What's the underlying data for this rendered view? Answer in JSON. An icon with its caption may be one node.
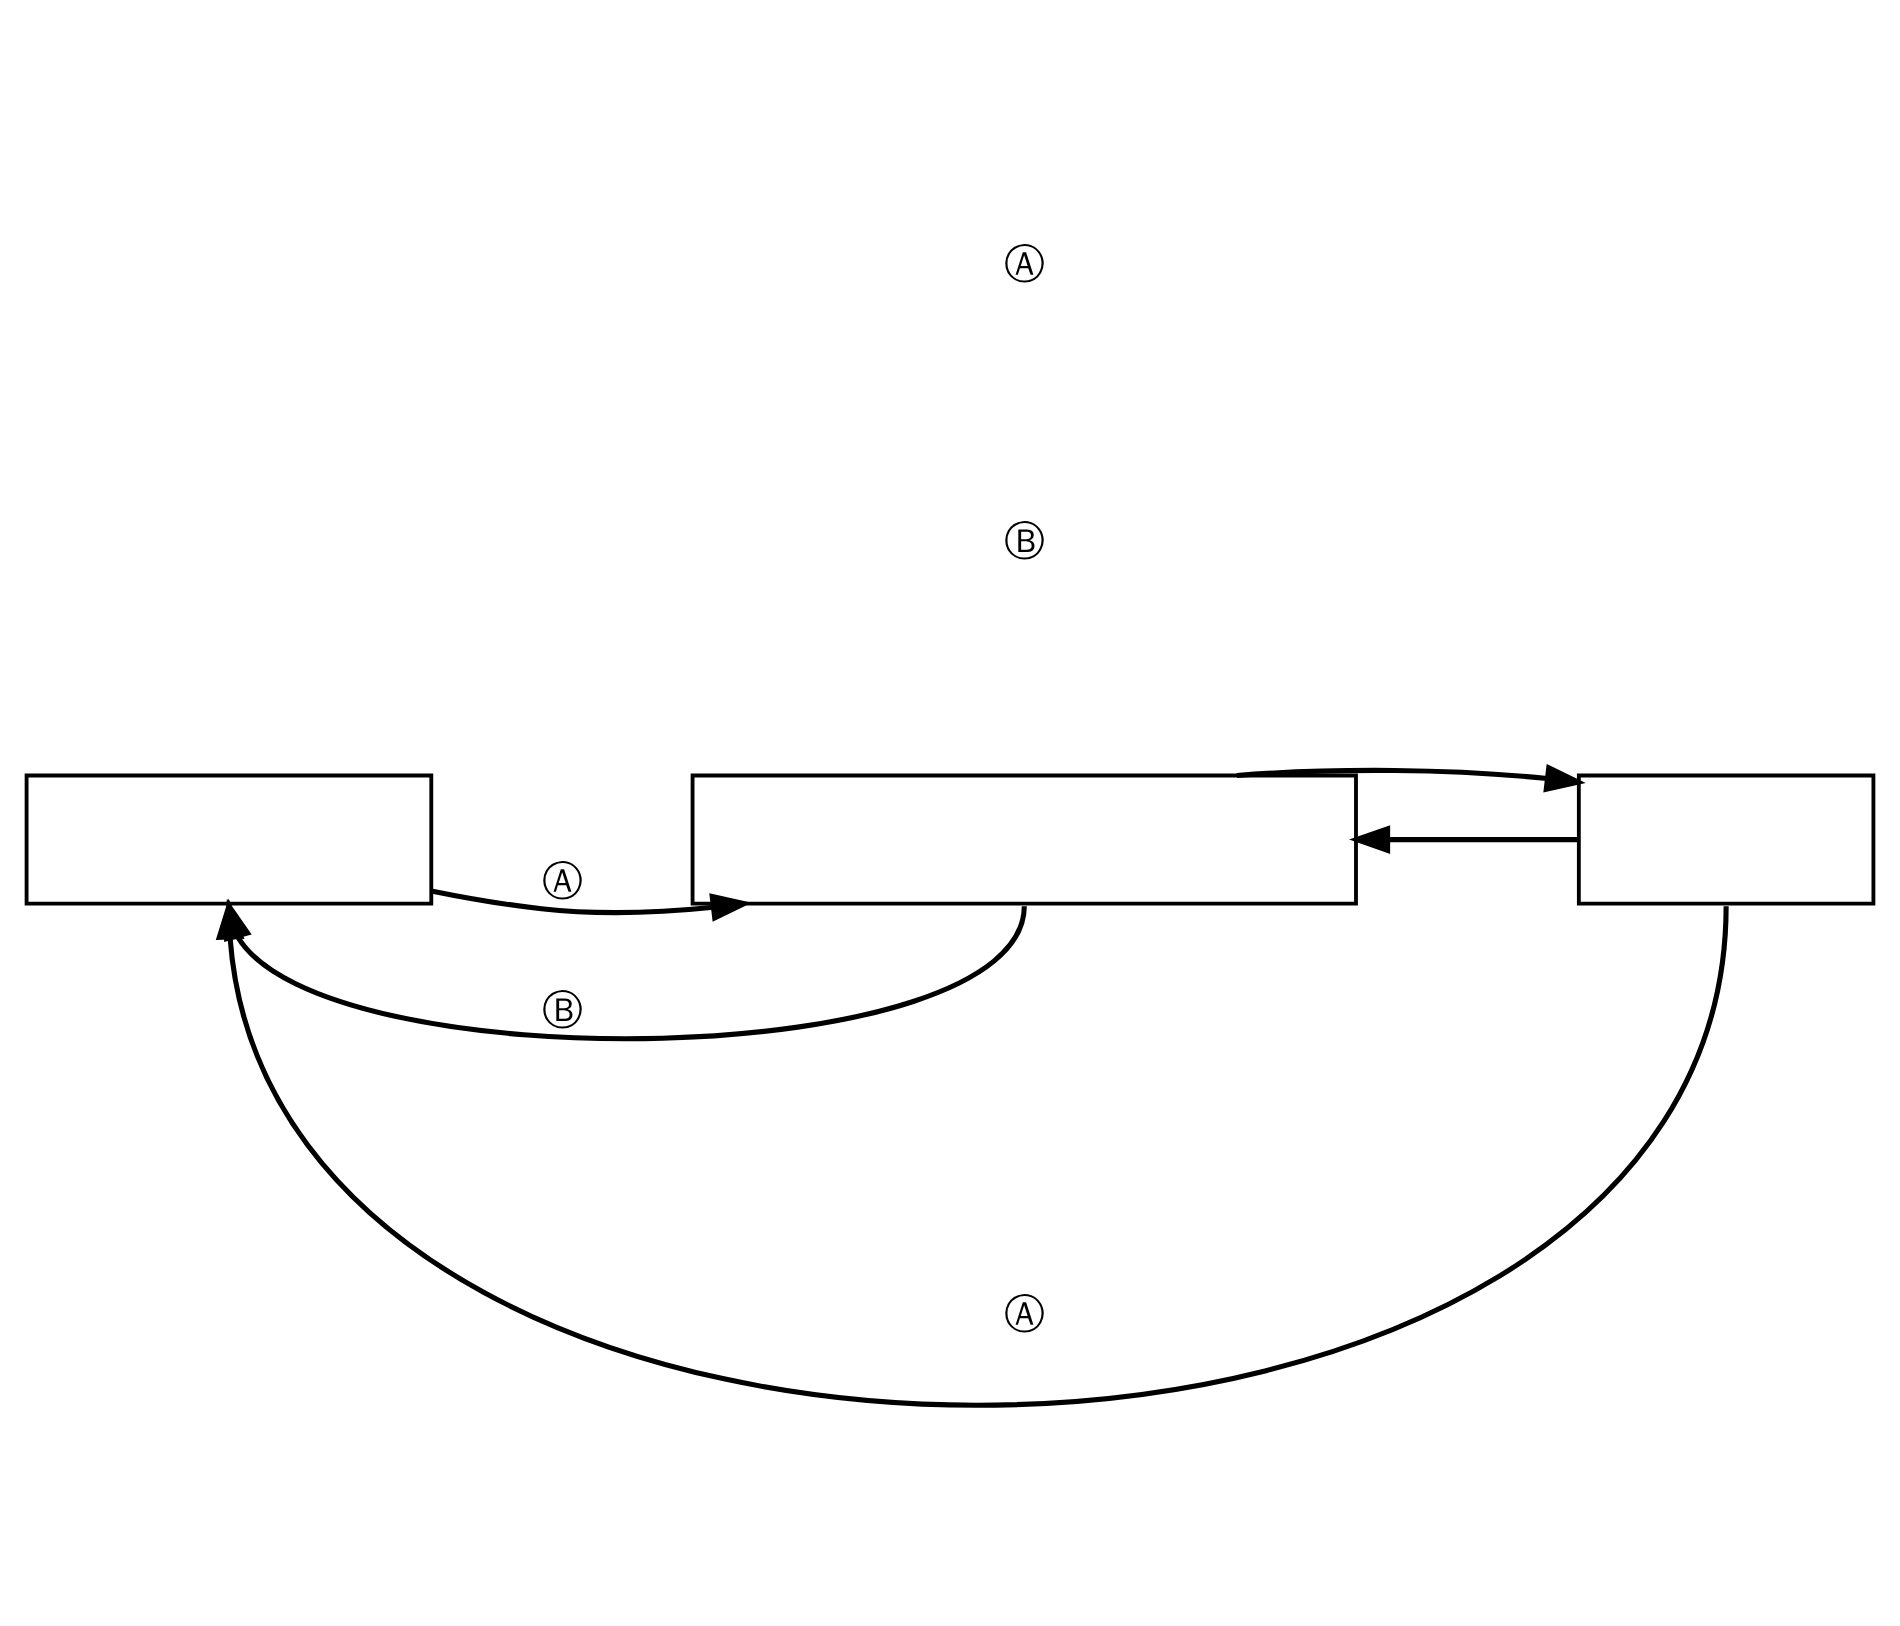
{
  "diagram": {
    "nodes": [
      {
        "text": [],
        "shape": "box"
      },
      {
        "text": [],
        "shape": "box"
      },
      {
        "text": [],
        "shape": "box"
      }
    ],
    "edges": [
      {
        "from": 0,
        "to": 1,
        "arrow": "to",
        "label": "Ⓐ"
      },
      {
        "from": 2,
        "to": 1,
        "arrow": "to"
      },
      {
        "from": 1,
        "to": 2,
        "arrow": "to"
      },
      {
        "from": 1,
        "to": 0,
        "arrow": "to",
        "label": "Ⓑ"
      },
      {
        "from": 2,
        "to": 0,
        "arrow": "to",
        "label": "Ⓐ"
      }
    ],
    "labels": [
      "Ⓐ",
      "Ⓑ"
    ]
  }
}
